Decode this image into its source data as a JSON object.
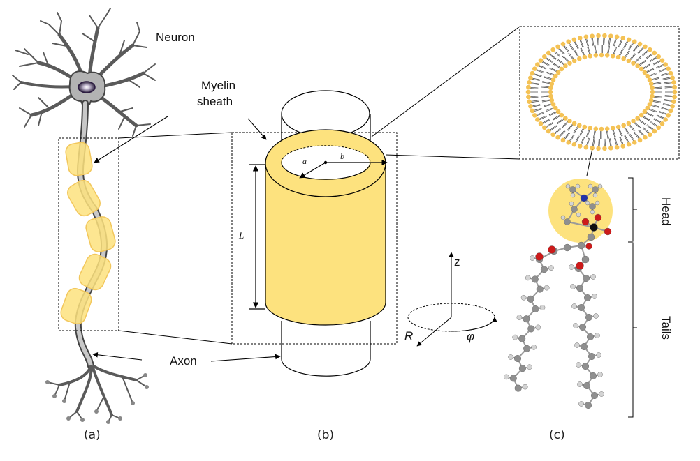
{
  "labels": {
    "neuron": "Neuron",
    "myelin_line1": "Myelin",
    "myelin_line2": "sheath",
    "axon": "Axon",
    "head": "Head",
    "tails": "Tails",
    "inner_radius": "a",
    "outer_radius": "b",
    "length": "L",
    "axis_z": "z",
    "axis_r": "R",
    "axis_phi": "φ"
  },
  "captions": {
    "a": "(a)",
    "b": "(b)",
    "c": "(c)"
  },
  "colors": {
    "myelin_fill": "#fde27e",
    "myelin_outline": "#f2c75c",
    "neuron_body": "#b3b3b3",
    "neuron_outline": "#555555",
    "nucleus": "#3a2a4a",
    "lipid_head": "#f4c255",
    "lipid_tail": "#222222",
    "atom_carbon": "#8f8f8f",
    "atom_hydrogen": "#d4d4d4",
    "atom_oxygen": "#cc1a1a",
    "atom_nitrogen": "#2233aa",
    "atom_phosphorus": "#111111"
  }
}
